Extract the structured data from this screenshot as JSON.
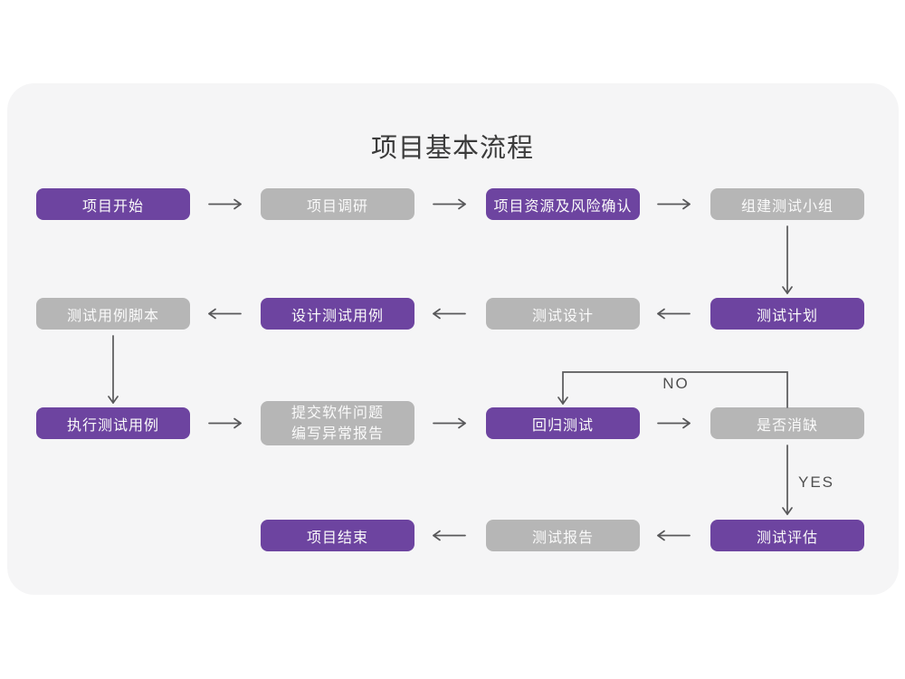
{
  "title": "项目基本流程",
  "colors": {
    "purple": "#6d44a0",
    "gray": "#b6b6b6",
    "card_background": "#f5f5f6",
    "page_background": "#ffffff",
    "arrow": "#58585a",
    "node_text": "#fafafa",
    "title_text": "#3b3b3b"
  },
  "edge_labels": {
    "no": "NO",
    "yes": "YES"
  },
  "nodes": [
    {
      "id": "project-start",
      "label": "项目开始",
      "variant": "purple"
    },
    {
      "id": "project-research",
      "label": "项目调研",
      "variant": "gray"
    },
    {
      "id": "resource-risk-confirm",
      "label": "项目资源及风险确认",
      "variant": "purple"
    },
    {
      "id": "build-test-team",
      "label": "组建测试小组",
      "variant": "gray"
    },
    {
      "id": "test-case-script",
      "label": "测试用例脚本",
      "variant": "gray"
    },
    {
      "id": "design-test-cases",
      "label": "设计测试用例",
      "variant": "purple"
    },
    {
      "id": "test-design",
      "label": "测试设计",
      "variant": "gray"
    },
    {
      "id": "test-plan",
      "label": "测试计划",
      "variant": "purple"
    },
    {
      "id": "execute-test-cases",
      "label": "执行测试用例",
      "variant": "purple"
    },
    {
      "id": "submit-issues-write-report",
      "lines": [
        "提交软件问题",
        "编写异常报告"
      ],
      "variant": "gray"
    },
    {
      "id": "regression-test",
      "label": "回归测试",
      "variant": "purple"
    },
    {
      "id": "defect-cleared",
      "label": "是否消缺",
      "variant": "gray"
    },
    {
      "id": "project-end",
      "label": "项目结束",
      "variant": "purple"
    },
    {
      "id": "test-report",
      "label": "测试报告",
      "variant": "gray"
    },
    {
      "id": "test-evaluation",
      "label": "测试评估",
      "variant": "purple"
    }
  ]
}
